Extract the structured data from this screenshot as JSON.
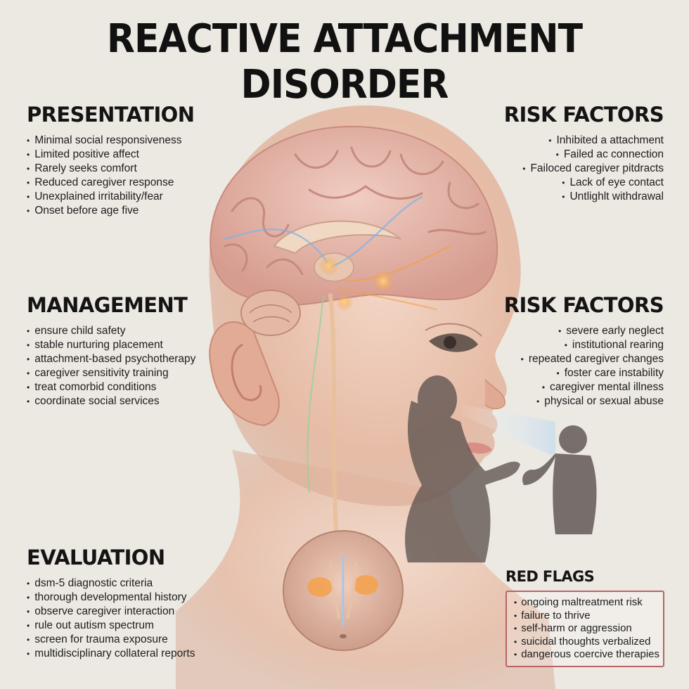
{
  "title": "REACTIVE ATTACHMENT DISORDER",
  "presentation": {
    "heading": "PRESENTATION",
    "items": [
      "Minimal social responsiveness",
      "Limited positive affect",
      "Rarely seeks comfort",
      "Reduced caregiver response",
      "Unexplained irritability/fear",
      "Onset before age five"
    ]
  },
  "risk_factors_top": {
    "heading": "RISK FACTORS",
    "items": [
      "Inhibited a attachment",
      "Failed ac connection",
      "Failoced caregiver pitdracts",
      "Lack of eye contact",
      "Untlighlt withdrawal"
    ]
  },
  "management": {
    "heading": "MANAGEMENT",
    "items": [
      "ensure child safety",
      "stable nurturing placement",
      "attachment-based psychotherapy",
      "caregiver sensitivity training",
      "treat comorbid conditions",
      "coordinate social services"
    ]
  },
  "risk_factors_mid": {
    "heading": "RISK FACTORS",
    "items": [
      "severe early neglect",
      "institutional rearing",
      "repeated caregiver changes",
      "foster care instability",
      "caregiver mental illness",
      "physical or sexual abuse"
    ]
  },
  "evaluation": {
    "heading": "EVALUATION",
    "items": [
      "dsm-5 diagnostic criteria",
      "thorough developmental history",
      "observe caregiver interaction",
      "rule out autism spectrum",
      "screen for trauma exposure",
      "multidisciplinary collateral reports"
    ]
  },
  "red_flags": {
    "heading": "RED FLAGS",
    "items": [
      "ongoing maltreatment risk",
      "failure to thrive",
      "self-harm or aggression",
      "suicidal thoughts verbalized",
      "dangerous coercive therapies"
    ]
  },
  "colors": {
    "background": "#ece8e2",
    "skin": "#e9c3ad",
    "brain": "#dca89c",
    "flag_border": "#b86466",
    "nerve_blue": "#7fb4e6",
    "glow_orange": "#f2a04a"
  }
}
